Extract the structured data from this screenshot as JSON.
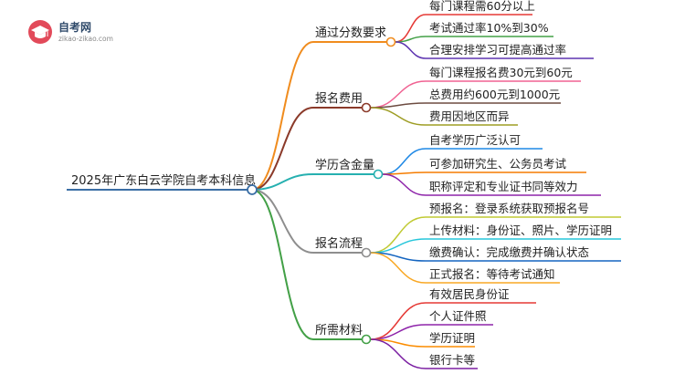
{
  "logo": {
    "name": "自考网",
    "domain": "zikao-zikao.com",
    "icon": "graduation-cap-icon",
    "color": "#e24a5a"
  },
  "root": {
    "label": "2025年广东白云学院自考本科信息",
    "color": "#3a6ea5"
  },
  "branches": [
    {
      "label": "通过分数要求",
      "color": "#f08c1e",
      "leaves": [
        {
          "label": "每门课程需60分以上",
          "color": "#e53935"
        },
        {
          "label": "考试通过率10%到30%",
          "color": "#43a047"
        },
        {
          "label": "合理安排学习可提高通过率",
          "color": "#5e35b1"
        }
      ]
    },
    {
      "label": "报名费用",
      "color": "#8b3a2a",
      "leaves": [
        {
          "label": "每门课程报名费30元到60元",
          "color": "#f06292"
        },
        {
          "label": "总费用约600元到1000元",
          "color": "#6d4c41"
        },
        {
          "label": "费用因地区而异",
          "color": "#9e9d24"
        }
      ]
    },
    {
      "label": "学历含金量",
      "color": "#26b0b0",
      "leaves": [
        {
          "label": "自考学历广泛认可",
          "color": "#1e88e5"
        },
        {
          "label": "可参加研究生、公务员考试",
          "color": "#f57c00"
        },
        {
          "label": "职称评定和专业证书同等效力",
          "color": "#8e24aa"
        }
      ]
    },
    {
      "label": "报名流程",
      "color": "#8e8e8e",
      "leaves": [
        {
          "label": "预报名：登录系统获取预报名号",
          "color": "#c0ca33"
        },
        {
          "label": "上传材料：身份证、照片、学历证明",
          "color": "#26c6da"
        },
        {
          "label": "缴费确认：完成缴费并确认状态",
          "color": "#1565c0"
        },
        {
          "label": "正式报名：等待考试通知",
          "color": "#f9a825"
        }
      ]
    },
    {
      "label": "所需材料",
      "color": "#43a047",
      "leaves": [
        {
          "label": "有效居民身份证",
          "color": "#e53935"
        },
        {
          "label": "个人证件照",
          "color": "#8e24aa"
        },
        {
          "label": "学历证明",
          "color": "#fb8c00"
        },
        {
          "label": "银行卡等",
          "color": "#7b1fa2"
        }
      ]
    }
  ]
}
